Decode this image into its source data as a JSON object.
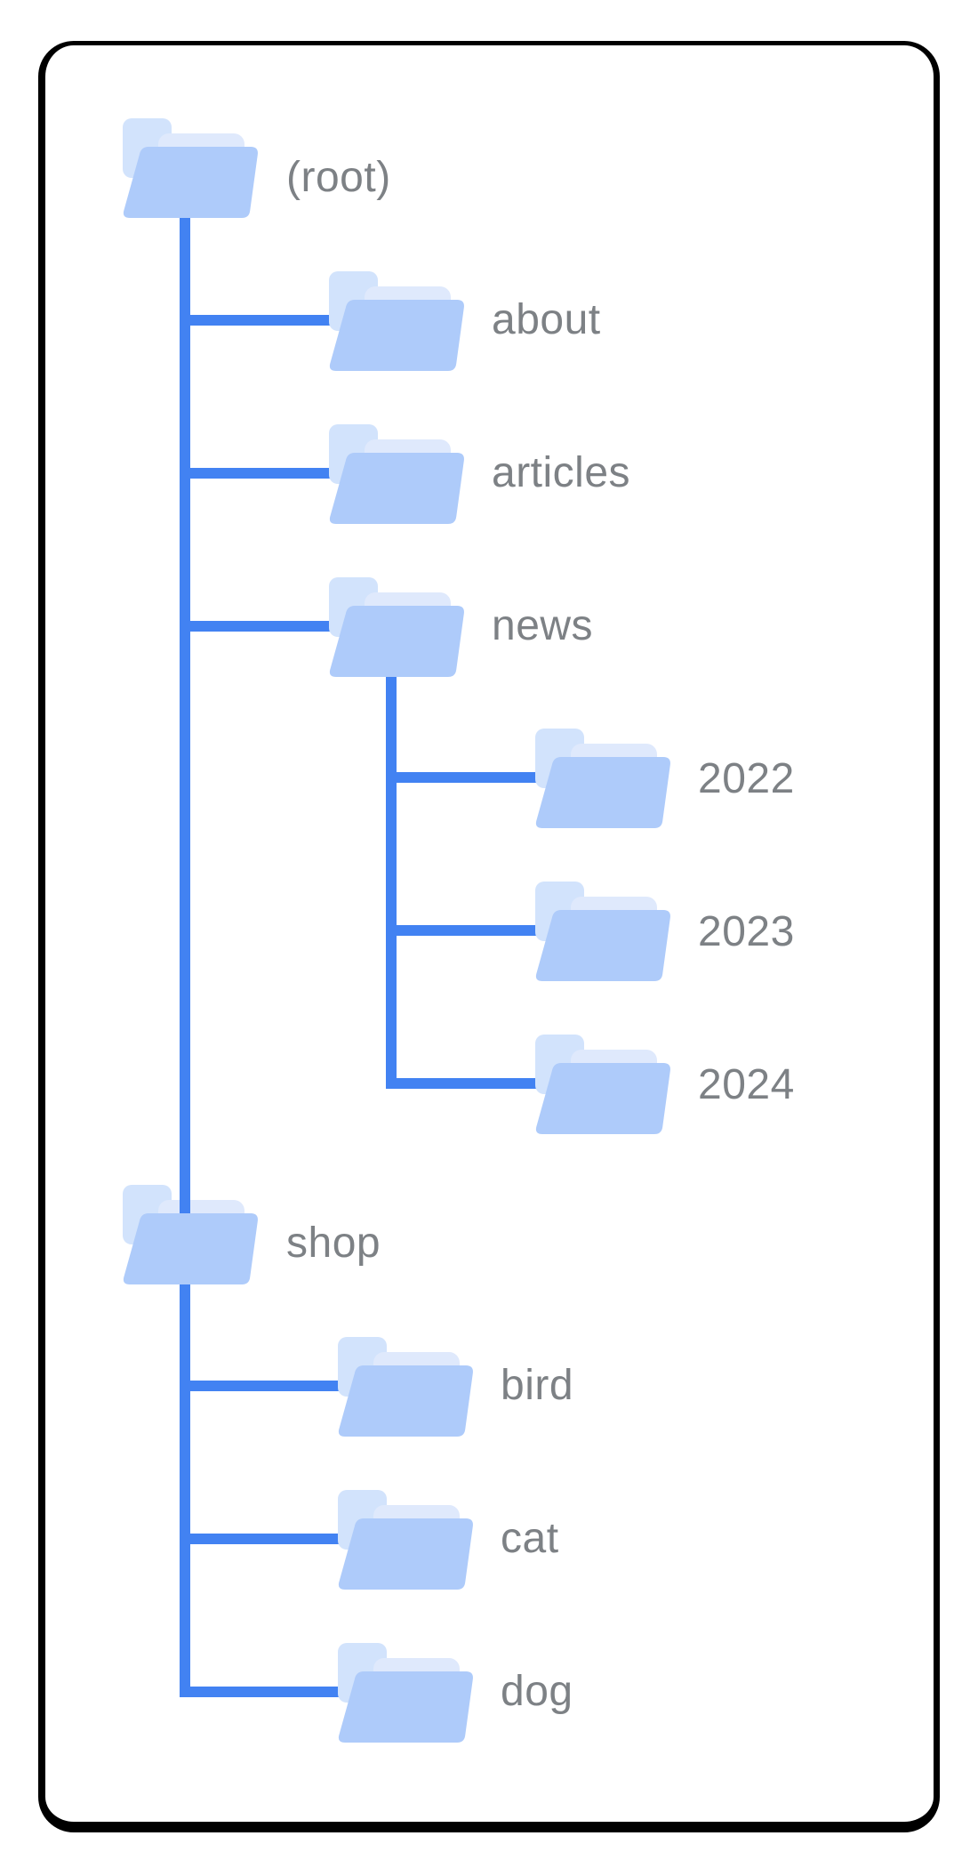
{
  "diagram": {
    "type": "folder-tree",
    "nodes": {
      "root": {
        "label": "(root)"
      },
      "about": {
        "label": "about"
      },
      "articles": {
        "label": "articles"
      },
      "news": {
        "label": "news"
      },
      "y2022": {
        "label": "2022"
      },
      "y2023": {
        "label": "2023"
      },
      "y2024": {
        "label": "2024"
      },
      "shop": {
        "label": "shop"
      },
      "bird": {
        "label": "bird"
      },
      "cat": {
        "label": "cat"
      },
      "dog": {
        "label": "dog"
      }
    },
    "hierarchy": {
      "(root)": [
        "about",
        "articles",
        "news",
        "shop"
      ],
      "news": [
        "2022",
        "2023",
        "2024"
      ],
      "shop": [
        "bird",
        "cat",
        "dog"
      ]
    },
    "colors": {
      "connector": "#4282f2",
      "folder_front": "#aecbfa",
      "folder_paper": "#dfe9fc",
      "folder_tab": "#d2e3fc",
      "label_text": "#7d8185",
      "frame_border": "#000000",
      "background": "#ffffff"
    }
  }
}
